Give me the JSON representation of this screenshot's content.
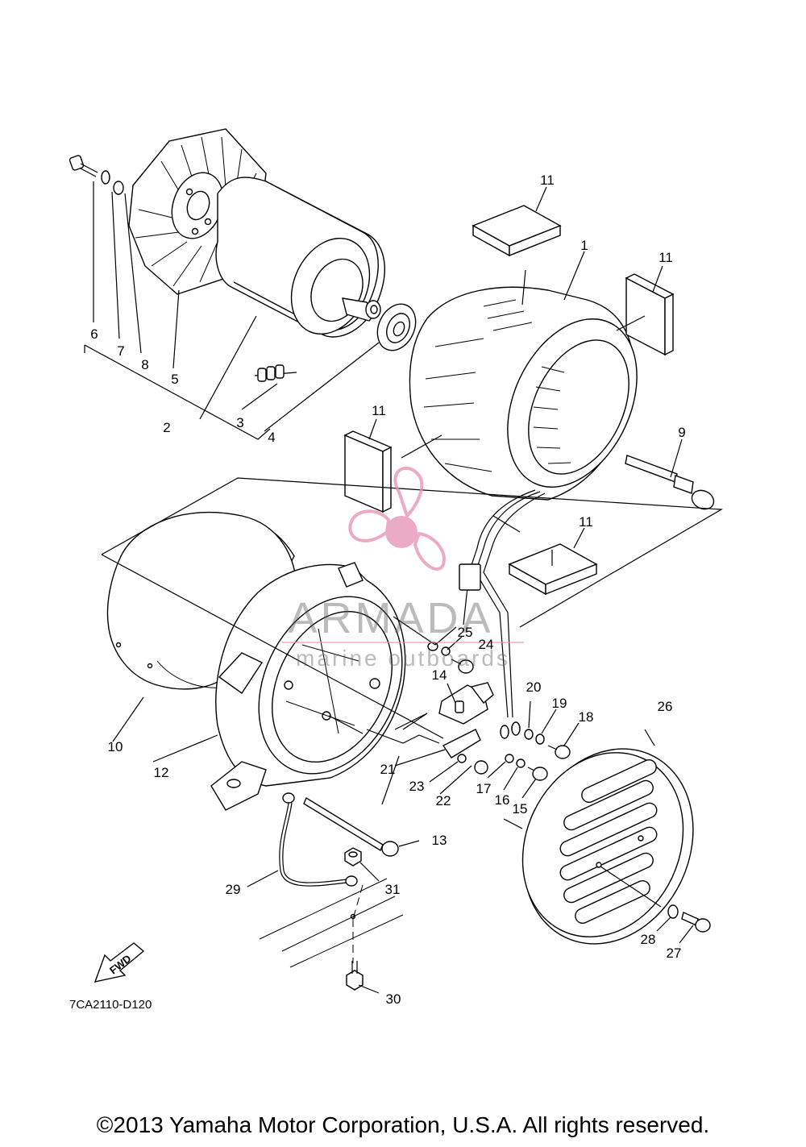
{
  "diagram": {
    "reference_code": "7CA2110-D120",
    "copyright": "©2013 Yamaha Motor Corporation, U.S.A. All rights reserved.",
    "direction_arrow": "FWD",
    "part_numbers": [
      "1",
      "2",
      "3",
      "4",
      "5",
      "6",
      "7",
      "8",
      "9",
      "10",
      "11",
      "11",
      "11",
      "11",
      "12",
      "13",
      "14",
      "15",
      "16",
      "17",
      "18",
      "19",
      "20",
      "21",
      "22",
      "23",
      "24",
      "25",
      "26",
      "27",
      "28",
      "29",
      "30",
      "31"
    ]
  },
  "watermark": {
    "brand": "ARMADA",
    "tagline": "marine outboards",
    "logo_color": "#e58fb4"
  }
}
